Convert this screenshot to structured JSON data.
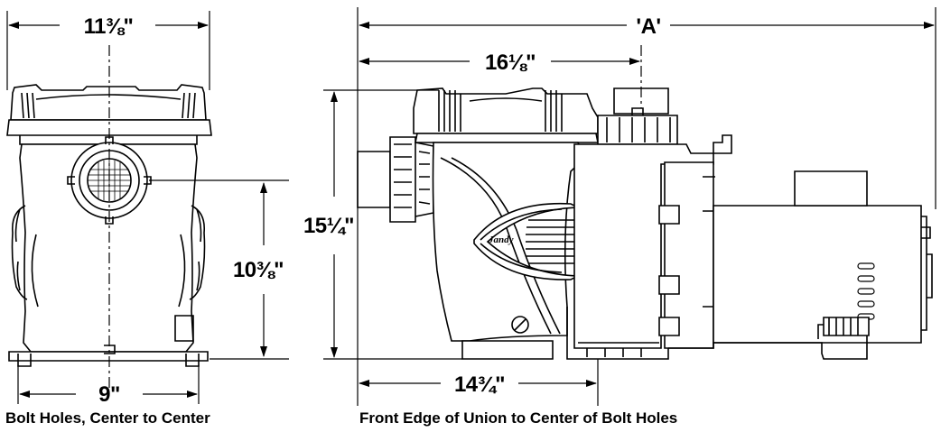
{
  "dimensions": {
    "top_width": "11⅜\"",
    "overall_length": "'A'",
    "union_to_pot": "16⅛\"",
    "overall_height": "15¼\"",
    "port_height": "10⅜\"",
    "bolt_spacing": "9\"",
    "union_to_bolts": "14¾\""
  },
  "captions": {
    "left": "Bolt Holes, Center to Center",
    "right": "Front Edge of Union to Center of Bolt Holes"
  },
  "brand": {
    "logo_text": "Jandy"
  },
  "colors": {
    "line": "#000000",
    "background": "#ffffff"
  }
}
